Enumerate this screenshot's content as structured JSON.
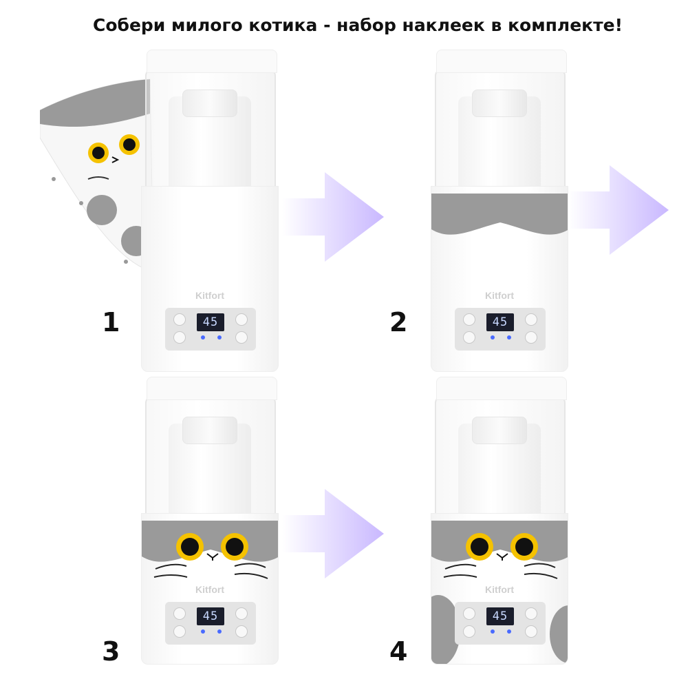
{
  "headline": "Собери милого котика - набор наклеек в комплекте!",
  "steps": [
    {
      "number": "1",
      "display": "45",
      "brand": "Kitfort"
    },
    {
      "number": "2",
      "display": "45",
      "brand": "Kitfort"
    },
    {
      "number": "3",
      "display": "45",
      "brand": "Kitfort"
    },
    {
      "number": "4",
      "display": "45",
      "brand": "Kitfort"
    }
  ],
  "colors": {
    "sticker_gray": "#9a9a9a",
    "cat_eye": "#f5c200",
    "arrow": "#c9b8ff",
    "display_bg": "#1a1d2b"
  },
  "icons": [
    "arrow-right-icon",
    "cat-face-icon",
    "sticker-sheet-icon"
  ]
}
